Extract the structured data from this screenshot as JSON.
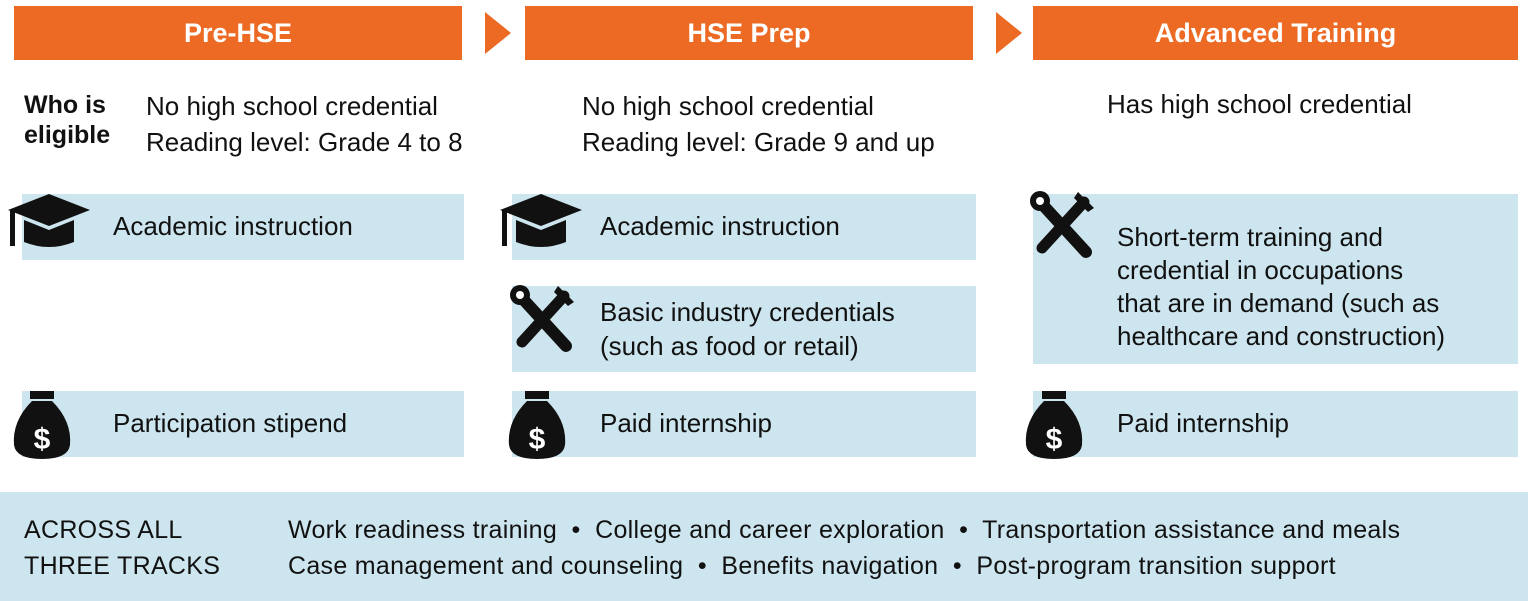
{
  "tracks": [
    {
      "title": "Pre-HSE",
      "eligibility": [
        "No high school credential",
        "Reading level: Grade 4 to 8"
      ],
      "items": [
        {
          "icon": "graduation-cap-icon",
          "text": "Academic instruction"
        },
        {
          "icon": "money-bag-icon",
          "text": "Participation stipend"
        }
      ]
    },
    {
      "title": "HSE Prep",
      "eligibility": [
        "No high school credential",
        "Reading level: Grade 9 and up"
      ],
      "items": [
        {
          "icon": "graduation-cap-icon",
          "text": "Academic instruction"
        },
        {
          "icon": "wrench-screwdriver-icon",
          "text_lines": [
            "Basic industry credentials",
            "(such as food or retail)"
          ]
        },
        {
          "icon": "money-bag-icon",
          "text": "Paid internship"
        }
      ]
    },
    {
      "title": "Advanced Training",
      "eligibility": [
        "Has high school credential"
      ],
      "items": [
        {
          "icon": "wrench-screwdriver-icon",
          "text_lines": [
            "Short-term training and",
            "credential in occupations",
            "that are in demand (such as",
            "healthcare and construction)"
          ]
        },
        {
          "icon": "money-bag-icon",
          "text": "Paid internship"
        }
      ]
    }
  ],
  "eligibility_label": [
    "Who is",
    "eligible"
  ],
  "across": {
    "label": [
      "ACROSS ALL",
      "THREE TRACKS"
    ],
    "lines": [
      "Work readiness training  •  College and career exploration  •  Transportation assistance and meals",
      "Case management and counseling  •  Benefits navigation  •  Post-program transition support"
    ]
  },
  "colors": {
    "header": "#EC6A24",
    "panel": "#CDE5EE",
    "text": "#111111",
    "header_text": "#FFFFFF"
  }
}
